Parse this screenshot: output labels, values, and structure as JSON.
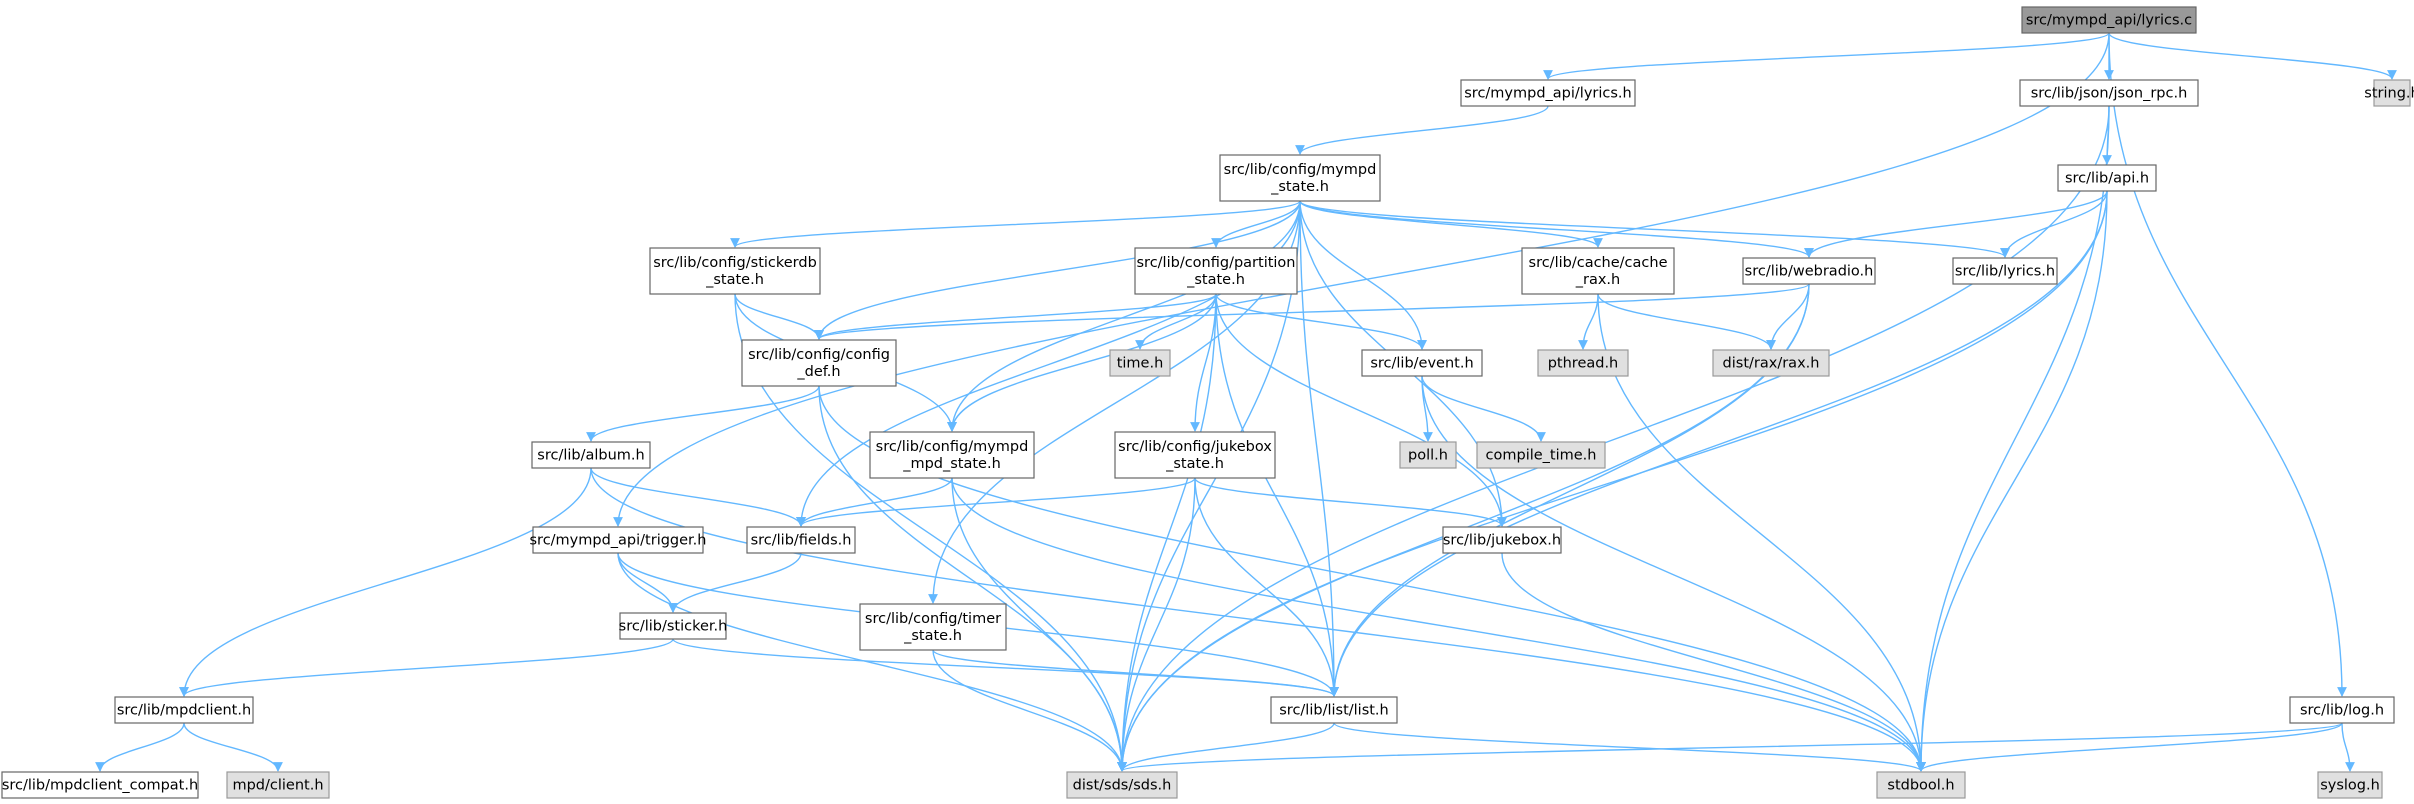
{
  "graph": {
    "colors": {
      "edge": "#63b8ff",
      "root_fill": "#999999",
      "root_stroke": "#666666",
      "source_fill": "#ffffff",
      "source_stroke": "#666666",
      "system_fill": "#e0e0e0",
      "system_stroke": "#999999"
    },
    "nodes": [
      {
        "id": "n0",
        "kind": "root",
        "lines": [
          "src/mympd_api/lyrics.c"
        ]
      },
      {
        "id": "n1",
        "kind": "source",
        "lines": [
          "src/mympd_api/lyrics.h"
        ]
      },
      {
        "id": "n2",
        "kind": "source",
        "lines": [
          "src/lib/json/json_rpc.h"
        ]
      },
      {
        "id": "n3",
        "kind": "system",
        "lines": [
          "string.h"
        ]
      },
      {
        "id": "n4",
        "kind": "source",
        "lines": [
          "src/lib/config/mympd",
          "_state.h"
        ]
      },
      {
        "id": "n5",
        "kind": "source",
        "lines": [
          "src/lib/api.h"
        ]
      },
      {
        "id": "n6",
        "kind": "source",
        "lines": [
          "src/lib/config/stickerdb",
          "_state.h"
        ]
      },
      {
        "id": "n7",
        "kind": "source",
        "lines": [
          "src/lib/config/partition",
          "_state.h"
        ]
      },
      {
        "id": "n8",
        "kind": "source",
        "lines": [
          "src/lib/cache/cache",
          "_rax.h"
        ]
      },
      {
        "id": "n9",
        "kind": "source",
        "lines": [
          "src/lib/webradio.h"
        ]
      },
      {
        "id": "n10",
        "kind": "source",
        "lines": [
          "src/lib/lyrics.h"
        ]
      },
      {
        "id": "n11",
        "kind": "source",
        "lines": [
          "src/lib/config/config",
          "_def.h"
        ]
      },
      {
        "id": "n12",
        "kind": "system",
        "lines": [
          "time.h"
        ]
      },
      {
        "id": "n13",
        "kind": "source",
        "lines": [
          "src/lib/event.h"
        ]
      },
      {
        "id": "n14",
        "kind": "system",
        "lines": [
          "pthread.h"
        ]
      },
      {
        "id": "n15",
        "kind": "system",
        "lines": [
          "dist/rax/rax.h"
        ]
      },
      {
        "id": "n16",
        "kind": "system",
        "lines": [
          "poll.h"
        ]
      },
      {
        "id": "n17",
        "kind": "system",
        "lines": [
          "compile_time.h"
        ]
      },
      {
        "id": "n18",
        "kind": "source",
        "lines": [
          "src/lib/album.h"
        ]
      },
      {
        "id": "n19",
        "kind": "source",
        "lines": [
          "src/lib/config/mympd",
          "_mpd_state.h"
        ]
      },
      {
        "id": "n20",
        "kind": "source",
        "lines": [
          "src/lib/config/jukebox",
          "_state.h"
        ]
      },
      {
        "id": "n21",
        "kind": "source",
        "lines": [
          "src/mympd_api/trigger.h"
        ]
      },
      {
        "id": "n22",
        "kind": "source",
        "lines": [
          "src/lib/fields.h"
        ]
      },
      {
        "id": "n23",
        "kind": "source",
        "lines": [
          "src/lib/jukebox.h"
        ]
      },
      {
        "id": "n24",
        "kind": "source",
        "lines": [
          "src/lib/sticker.h"
        ]
      },
      {
        "id": "n25",
        "kind": "source",
        "lines": [
          "src/lib/config/timer",
          "_state.h"
        ]
      },
      {
        "id": "n26",
        "kind": "source",
        "lines": [
          "src/lib/mpdclient.h"
        ]
      },
      {
        "id": "n27",
        "kind": "source",
        "lines": [
          "src/lib/list/list.h"
        ]
      },
      {
        "id": "n28",
        "kind": "source",
        "lines": [
          "src/lib/log.h"
        ]
      },
      {
        "id": "n29",
        "kind": "source",
        "lines": [
          "src/lib/mpdclient_compat.h"
        ]
      },
      {
        "id": "n30",
        "kind": "system",
        "lines": [
          "mpd/client.h"
        ]
      },
      {
        "id": "n31",
        "kind": "system",
        "lines": [
          "dist/sds/sds.h"
        ]
      },
      {
        "id": "n32",
        "kind": "system",
        "lines": [
          "stdbool.h"
        ]
      },
      {
        "id": "n33",
        "kind": "system",
        "lines": [
          "syslog.h"
        ]
      }
    ],
    "edges": [
      [
        "n0",
        "n1"
      ],
      [
        "n0",
        "n2"
      ],
      [
        "n0",
        "n3"
      ],
      [
        "n0",
        "n21"
      ],
      [
        "n0",
        "n28"
      ],
      [
        "n1",
        "n4"
      ],
      [
        "n2",
        "n5"
      ],
      [
        "n2",
        "n31"
      ],
      [
        "n2",
        "n32"
      ],
      [
        "n4",
        "n6"
      ],
      [
        "n4",
        "n7"
      ],
      [
        "n4",
        "n8"
      ],
      [
        "n4",
        "n9"
      ],
      [
        "n4",
        "n10"
      ],
      [
        "n4",
        "n11"
      ],
      [
        "n4",
        "n13"
      ],
      [
        "n4",
        "n19"
      ],
      [
        "n4",
        "n22"
      ],
      [
        "n4",
        "n23"
      ],
      [
        "n4",
        "n25"
      ],
      [
        "n4",
        "n27"
      ],
      [
        "n4",
        "n31"
      ],
      [
        "n5",
        "n9"
      ],
      [
        "n5",
        "n10"
      ],
      [
        "n5",
        "n27"
      ],
      [
        "n5",
        "n31"
      ],
      [
        "n5",
        "n32"
      ],
      [
        "n6",
        "n11"
      ],
      [
        "n6",
        "n19"
      ],
      [
        "n6",
        "n31"
      ],
      [
        "n7",
        "n11"
      ],
      [
        "n7",
        "n12"
      ],
      [
        "n7",
        "n13"
      ],
      [
        "n7",
        "n19"
      ],
      [
        "n7",
        "n20"
      ],
      [
        "n7",
        "n23"
      ],
      [
        "n7",
        "n27"
      ],
      [
        "n7",
        "n31"
      ],
      [
        "n8",
        "n14"
      ],
      [
        "n8",
        "n15"
      ],
      [
        "n8",
        "n32"
      ],
      [
        "n9",
        "n11"
      ],
      [
        "n9",
        "n15"
      ],
      [
        "n9",
        "n27"
      ],
      [
        "n9",
        "n31"
      ],
      [
        "n11",
        "n18"
      ],
      [
        "n11",
        "n31"
      ],
      [
        "n11",
        "n32"
      ],
      [
        "n13",
        "n16"
      ],
      [
        "n13",
        "n17"
      ],
      [
        "n13",
        "n32"
      ],
      [
        "n18",
        "n22"
      ],
      [
        "n18",
        "n26"
      ],
      [
        "n18",
        "n32"
      ],
      [
        "n19",
        "n22"
      ],
      [
        "n19",
        "n31"
      ],
      [
        "n19",
        "n32"
      ],
      [
        "n20",
        "n22"
      ],
      [
        "n20",
        "n23"
      ],
      [
        "n20",
        "n27"
      ],
      [
        "n20",
        "n31"
      ],
      [
        "n21",
        "n24"
      ],
      [
        "n21",
        "n27"
      ],
      [
        "n21",
        "n31"
      ],
      [
        "n22",
        "n24"
      ],
      [
        "n23",
        "n32"
      ],
      [
        "n24",
        "n26"
      ],
      [
        "n24",
        "n27"
      ],
      [
        "n25",
        "n27"
      ],
      [
        "n25",
        "n31"
      ],
      [
        "n26",
        "n29"
      ],
      [
        "n26",
        "n30"
      ],
      [
        "n27",
        "n31"
      ],
      [
        "n27",
        "n32"
      ],
      [
        "n28",
        "n31"
      ],
      [
        "n28",
        "n32"
      ],
      [
        "n28",
        "n33"
      ]
    ]
  }
}
